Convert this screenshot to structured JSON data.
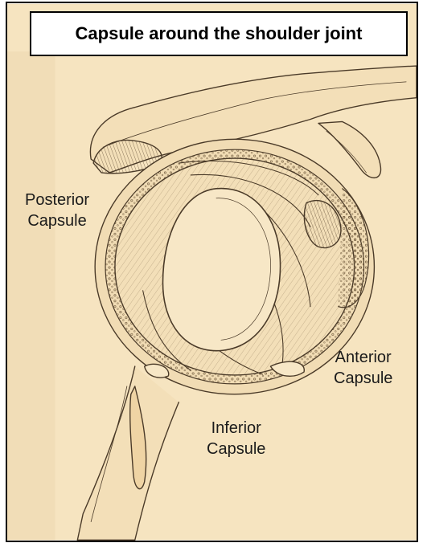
{
  "title": "Capsule around the shoulder joint",
  "labels": {
    "posterior": "Posterior\nCapsule",
    "anterior": "Anterior\nCapsule",
    "inferior": "Inferior\nCapsule"
  },
  "colors": {
    "background": "#f6e4c0",
    "ink": "#4a3a28",
    "frame": "#000000"
  }
}
